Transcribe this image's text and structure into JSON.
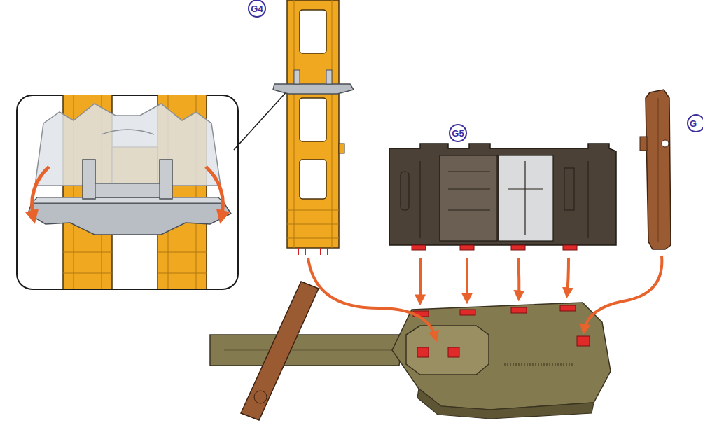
{
  "diagram": {
    "labels": [
      "G4",
      "G5",
      "G"
    ]
  }
}
